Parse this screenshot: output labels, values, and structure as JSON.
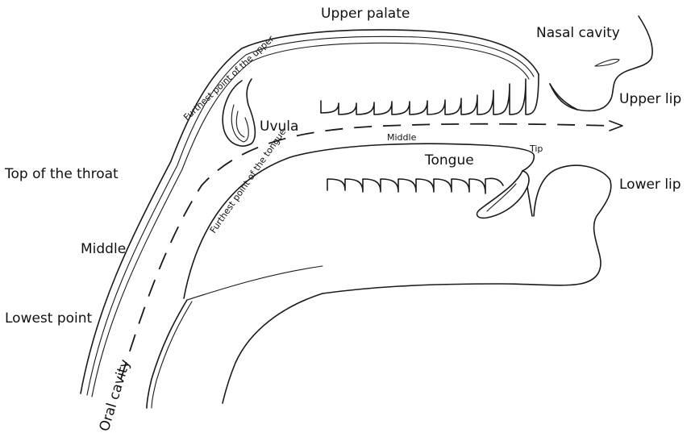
{
  "labels": {
    "upper_palate": "Upper palate",
    "nasal_cavity": "Nasal cavity",
    "upper_lip": "Upper lip",
    "uvula": "Uvula",
    "furthest_upper": "Furthest point of the upper",
    "top_throat": "Top of  the throat",
    "middle_throat": "Middle",
    "lowest_point": "Lowest point",
    "oral_cavity": "Oral cavity",
    "furthest_tongue": "Furthest point of the tongue",
    "tongue_middle": "Middle",
    "tongue": "Tongue",
    "tip": "Tip",
    "lower_lip": "Lower lip"
  }
}
